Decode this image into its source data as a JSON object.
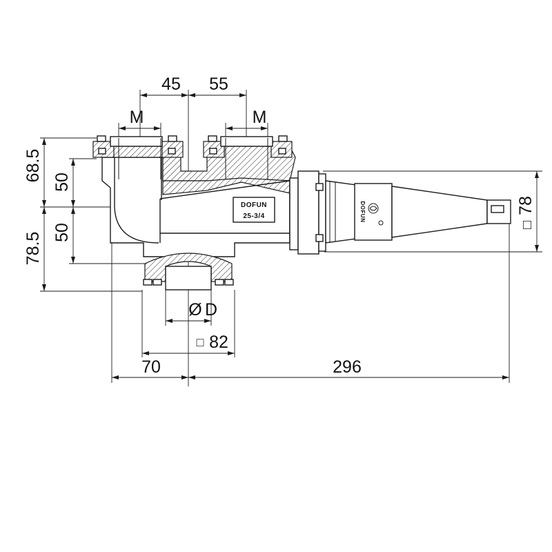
{
  "dimensions": {
    "top_left_spacing": "45",
    "top_right_spacing": "55",
    "thread_left": "M",
    "thread_right": "M",
    "height_upper": "68.5",
    "height_upper_inner": "50",
    "height_lower_inner": "50",
    "height_lower": "78.5",
    "bore_diameter": "D",
    "bottom_flange_square": "82",
    "shank_square": "78",
    "offset_left": "70",
    "overall_length": "296"
  },
  "symbols": {
    "diameter": "Ø",
    "square": "□"
  },
  "label_plate": {
    "brand": "DOFUN",
    "model": "25-3/4"
  },
  "shank_label": "DOFUN"
}
